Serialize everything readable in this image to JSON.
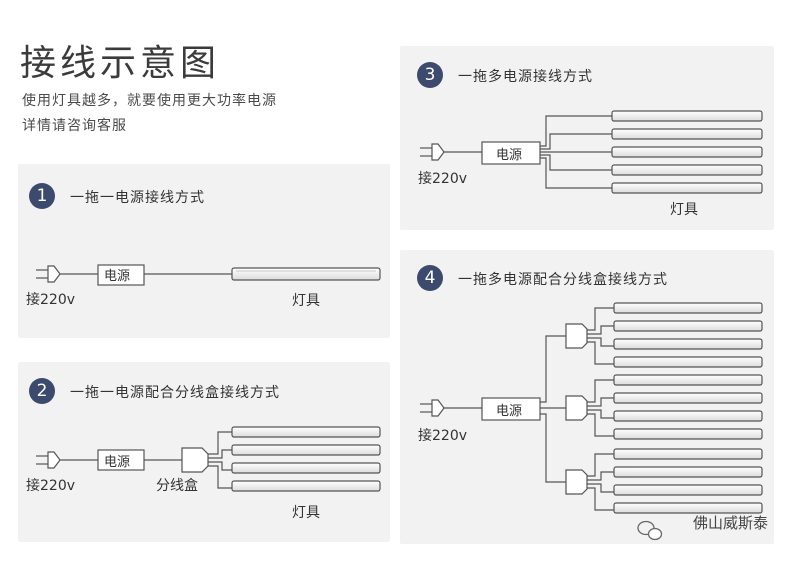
{
  "header": {
    "title": "接线示意图",
    "line1": "使用灯具越多，就要使用更大功率电源",
    "line2": "详情请咨询客服"
  },
  "panels": [
    {
      "number": "1",
      "title": "一拖一电源接线方式"
    },
    {
      "number": "2",
      "title": "一拖一电源配合分线盒接线方式"
    },
    {
      "number": "3",
      "title": "一拖多电源接线方式"
    },
    {
      "number": "4",
      "title": "一拖多电源配合分线盒接线方式"
    }
  ],
  "labels": {
    "power": "电源",
    "input": "接220v",
    "lamp": "灯具",
    "splitter": "分线盒"
  },
  "watermark": "佛山威斯泰",
  "colors": {
    "badge": "#3c4a6e",
    "panel": "#f2f2f2",
    "line": "#555555"
  }
}
